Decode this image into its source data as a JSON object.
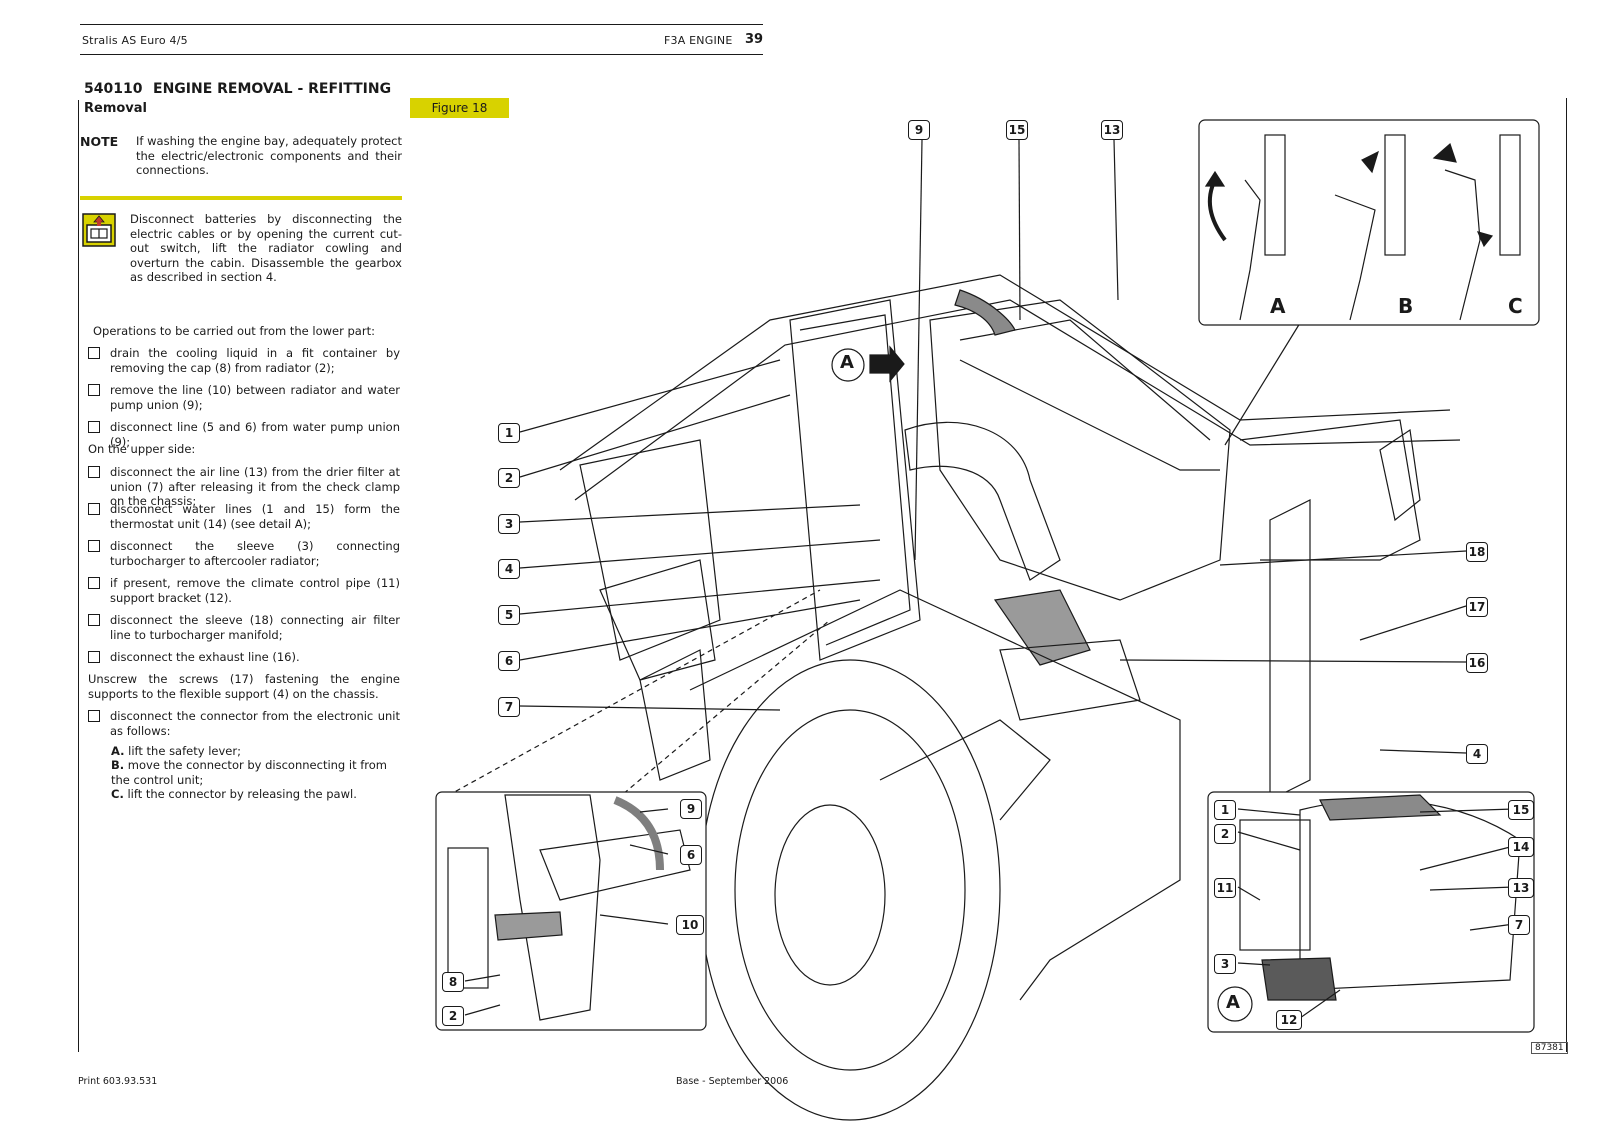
{
  "header": {
    "left": "Stralis AS Euro 4/5",
    "engine": "F3A ENGINE",
    "page_number": "39"
  },
  "section": {
    "number": "540110",
    "title": "ENGINE REMOVAL - REFITTING",
    "subtitle": "Removal"
  },
  "note": {
    "label": "NOTE",
    "text": "If washing the engine bay, adequately protect the electric/electronic components and their connections."
  },
  "warning_text": "Disconnect batteries by disconnecting the electric cables or by opening the current cut-out switch, lift the radiator cowling and overturn the cabin. Disassemble the gearbox as described in section 4.",
  "lower_intro": "Operations to be carried out from the lower part:",
  "lower_steps": [
    "drain the cooling liquid in a fit container by removing the cap (8) from radiator (2);",
    "remove the line (10) between radiator and water pump union (9);",
    "disconnect line (5 and 6) from water pump union (9);"
  ],
  "upper_intro": "On the upper side:",
  "upper_steps": [
    "disconnect the air line (13) from the drier filter at union (7) after releasing it from the check clamp on the chassis;",
    "disconnect water lines (1 and 15) form the thermostat unit (14) (see detail A);",
    "disconnect the sleeve (3) connecting turbocharger to aftercooler radiator;",
    "if present, remove the climate control pipe (11) support bracket (12).",
    "disconnect the sleeve (18) connecting air filter line to turbocharger manifold;",
    "disconnect the exhaust line (16)."
  ],
  "unscrew_text": "Unscrew the screws (17) fastening the engine supports to the flexible support (4) on the chassis.",
  "connector_step": "disconnect the connector from the electronic unit as follows:",
  "connector_substeps": [
    {
      "key": "A.",
      "text": "lift the safety lever;"
    },
    {
      "key": "B.",
      "text": "move the connector by disconnecting it from the control unit;"
    },
    {
      "key": "C.",
      "text": "lift the connector by releasing the pawl."
    }
  ],
  "figure": {
    "label": "Figure 18",
    "ref_code": "87381",
    "main_callouts_left": [
      "1",
      "2",
      "3",
      "4",
      "5",
      "6",
      "7"
    ],
    "main_callouts_top": [
      "9",
      "15",
      "13"
    ],
    "main_callouts_right": [
      "18",
      "17",
      "16",
      "4"
    ],
    "detail_label": "A",
    "inset_letters": [
      "A",
      "B",
      "C"
    ],
    "inset_bottom_left": [
      "9",
      "6",
      "10",
      "8",
      "2"
    ],
    "inset_bottom_right": [
      "1",
      "2",
      "11",
      "3",
      "12",
      "15",
      "14",
      "13",
      "7"
    ],
    "inset_bottom_right_detail": "A"
  },
  "footer": {
    "print": "Print 603.93.531",
    "edition": "Base - September 2006"
  }
}
